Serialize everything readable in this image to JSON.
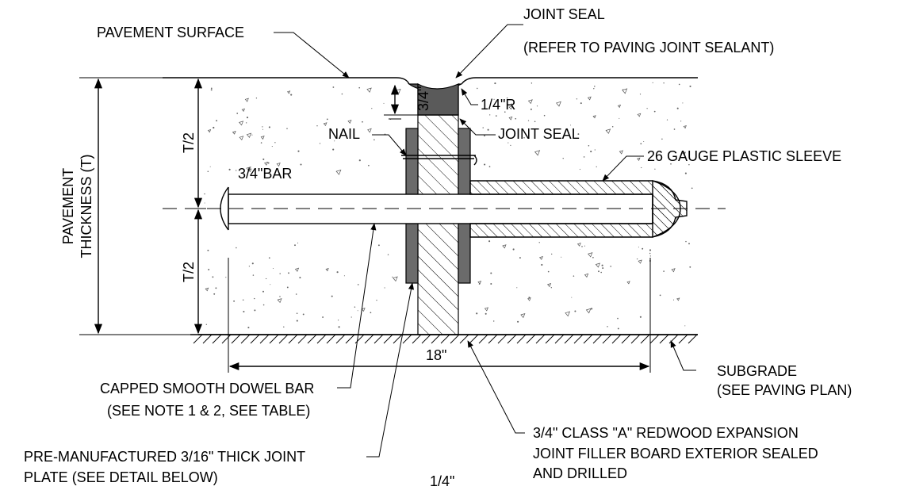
{
  "labels": {
    "pavement_surface": "PAVEMENT SURFACE",
    "joint_seal_top_line1": "JOINT SEAL",
    "joint_seal_top_line2": "(REFER TO PAVING JOINT SEALANT)",
    "seal_depth": "3/4\"",
    "radius": "1/4\"R",
    "joint_seal_side": "JOINT SEAL",
    "nail": "NAIL",
    "sleeve": "26 GAUGE PLASTIC SLEEVE",
    "bar": "3/4\"BAR",
    "thickness_line1": "PAVEMENT",
    "thickness_line2": "THICKNESS (T)",
    "half_upper": "T/2",
    "half_lower": "T/2",
    "length": "18\"",
    "subgrade_line1": "SUBGRADE",
    "subgrade_line2": "(SEE PAVING PLAN)",
    "dowel_line1": "CAPPED SMOOTH DOWEL BAR",
    "dowel_line2": "(SEE NOTE 1 & 2, SEE TABLE)",
    "plate_line1": "PRE-MANUFACTURED 3/16\" THICK JOINT",
    "plate_line2": "PLATE (SEE DETAIL BELOW)",
    "filler_line1": "3/4\" CLASS \"A\" REDWOOD EXPANSION",
    "filler_line2": "JOINT FILLER BOARD EXTERIOR SEALED",
    "filler_line3": "AND DRILLED",
    "bottom_dim": "1/4\""
  },
  "colors": {
    "line": "#000000",
    "seal_fill": "#5a5a5a",
    "plate_fill": "#6b6b6b",
    "background": "#ffffff"
  }
}
